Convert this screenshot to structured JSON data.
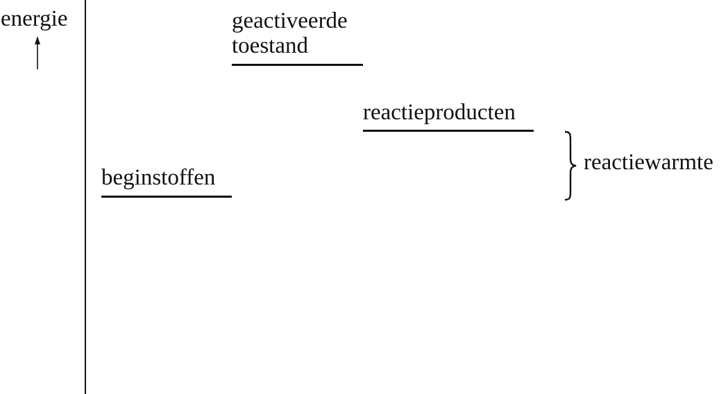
{
  "diagram": {
    "type": "energy-level-diagram",
    "axis": {
      "label": "energie",
      "arrow": "up-arrow-icon"
    },
    "levels": [
      {
        "id": "beginstoffen",
        "label": "beginstoffen"
      },
      {
        "id": "geactiveerde-toestand",
        "label_line1": "geactiveerde",
        "label_line2": "toestand"
      },
      {
        "id": "reactieproducten",
        "label": "reactieproducten"
      }
    ],
    "annotation": {
      "label": "reactiewarmte",
      "icon": "right-brace-icon"
    },
    "colors": {
      "ink": "#111111",
      "background": "#ffffff"
    }
  }
}
